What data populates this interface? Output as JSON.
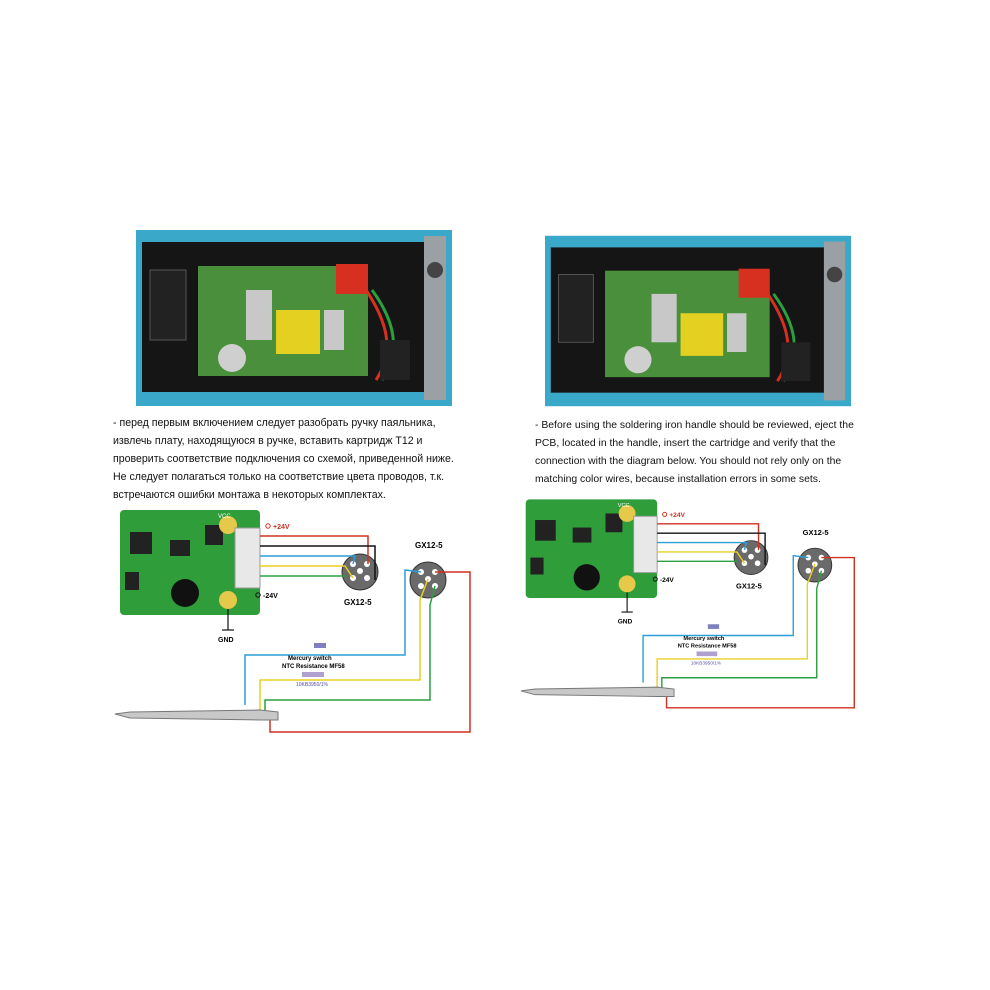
{
  "left_panel": {
    "caption": [
      "- перед первым включением следует разобрать ручку паяльника,",
      "извлечь плату, находящуюся в ручке, вставить картридж T12 и",
      "проверить соответствие подключения со схемой, приведенной ниже.",
      "Не следует полагаться только на соответствие цвета проводов, т.к.",
      "встречаются ошибки монтажа в некоторых комплектах."
    ]
  },
  "right_panel": {
    "caption": [
      "- Before using the soldering iron handle should be reviewed, eject the",
      "PCB, located in the handle, insert the cartridge and verify that the",
      "connection with the diagram below. You should not rely only on the",
      "matching color wires, because installation errors in some sets."
    ]
  },
  "diagram": {
    "plus_label": "+24V",
    "minus_label": "-24V",
    "gnd_label": "GND",
    "vcc_label": "VCC",
    "connector_a_label": "GX12-5",
    "connector_b_label": "GX12-5",
    "switch_label": "Mercury switch",
    "ntc_label": "NTC Resistance MF58",
    "ntc_value": "10KB3950/1%"
  },
  "colors": {
    "wire_red": "#d03020",
    "wire_blue": "#2b9fd8",
    "wire_yellow": "#e8d020",
    "wire_green": "#2aa040",
    "wire_black": "#111111",
    "pcb_green": "#2f9e3a",
    "photo_bg": "#3aa8c8"
  }
}
